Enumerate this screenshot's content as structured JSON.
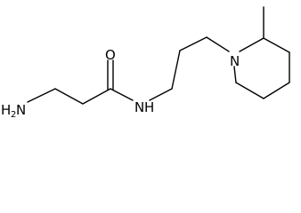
{
  "structure": {
    "atoms": {
      "amine_group": {
        "symbol": "H",
        "subscript": "2",
        "suffix": "N"
      },
      "amide_nitrogen": {
        "symbol": "N",
        "hydrogen": "H"
      },
      "carbonyl_oxygen": {
        "symbol": "O"
      },
      "ring_nitrogen": {
        "symbol": "N"
      }
    }
  }
}
